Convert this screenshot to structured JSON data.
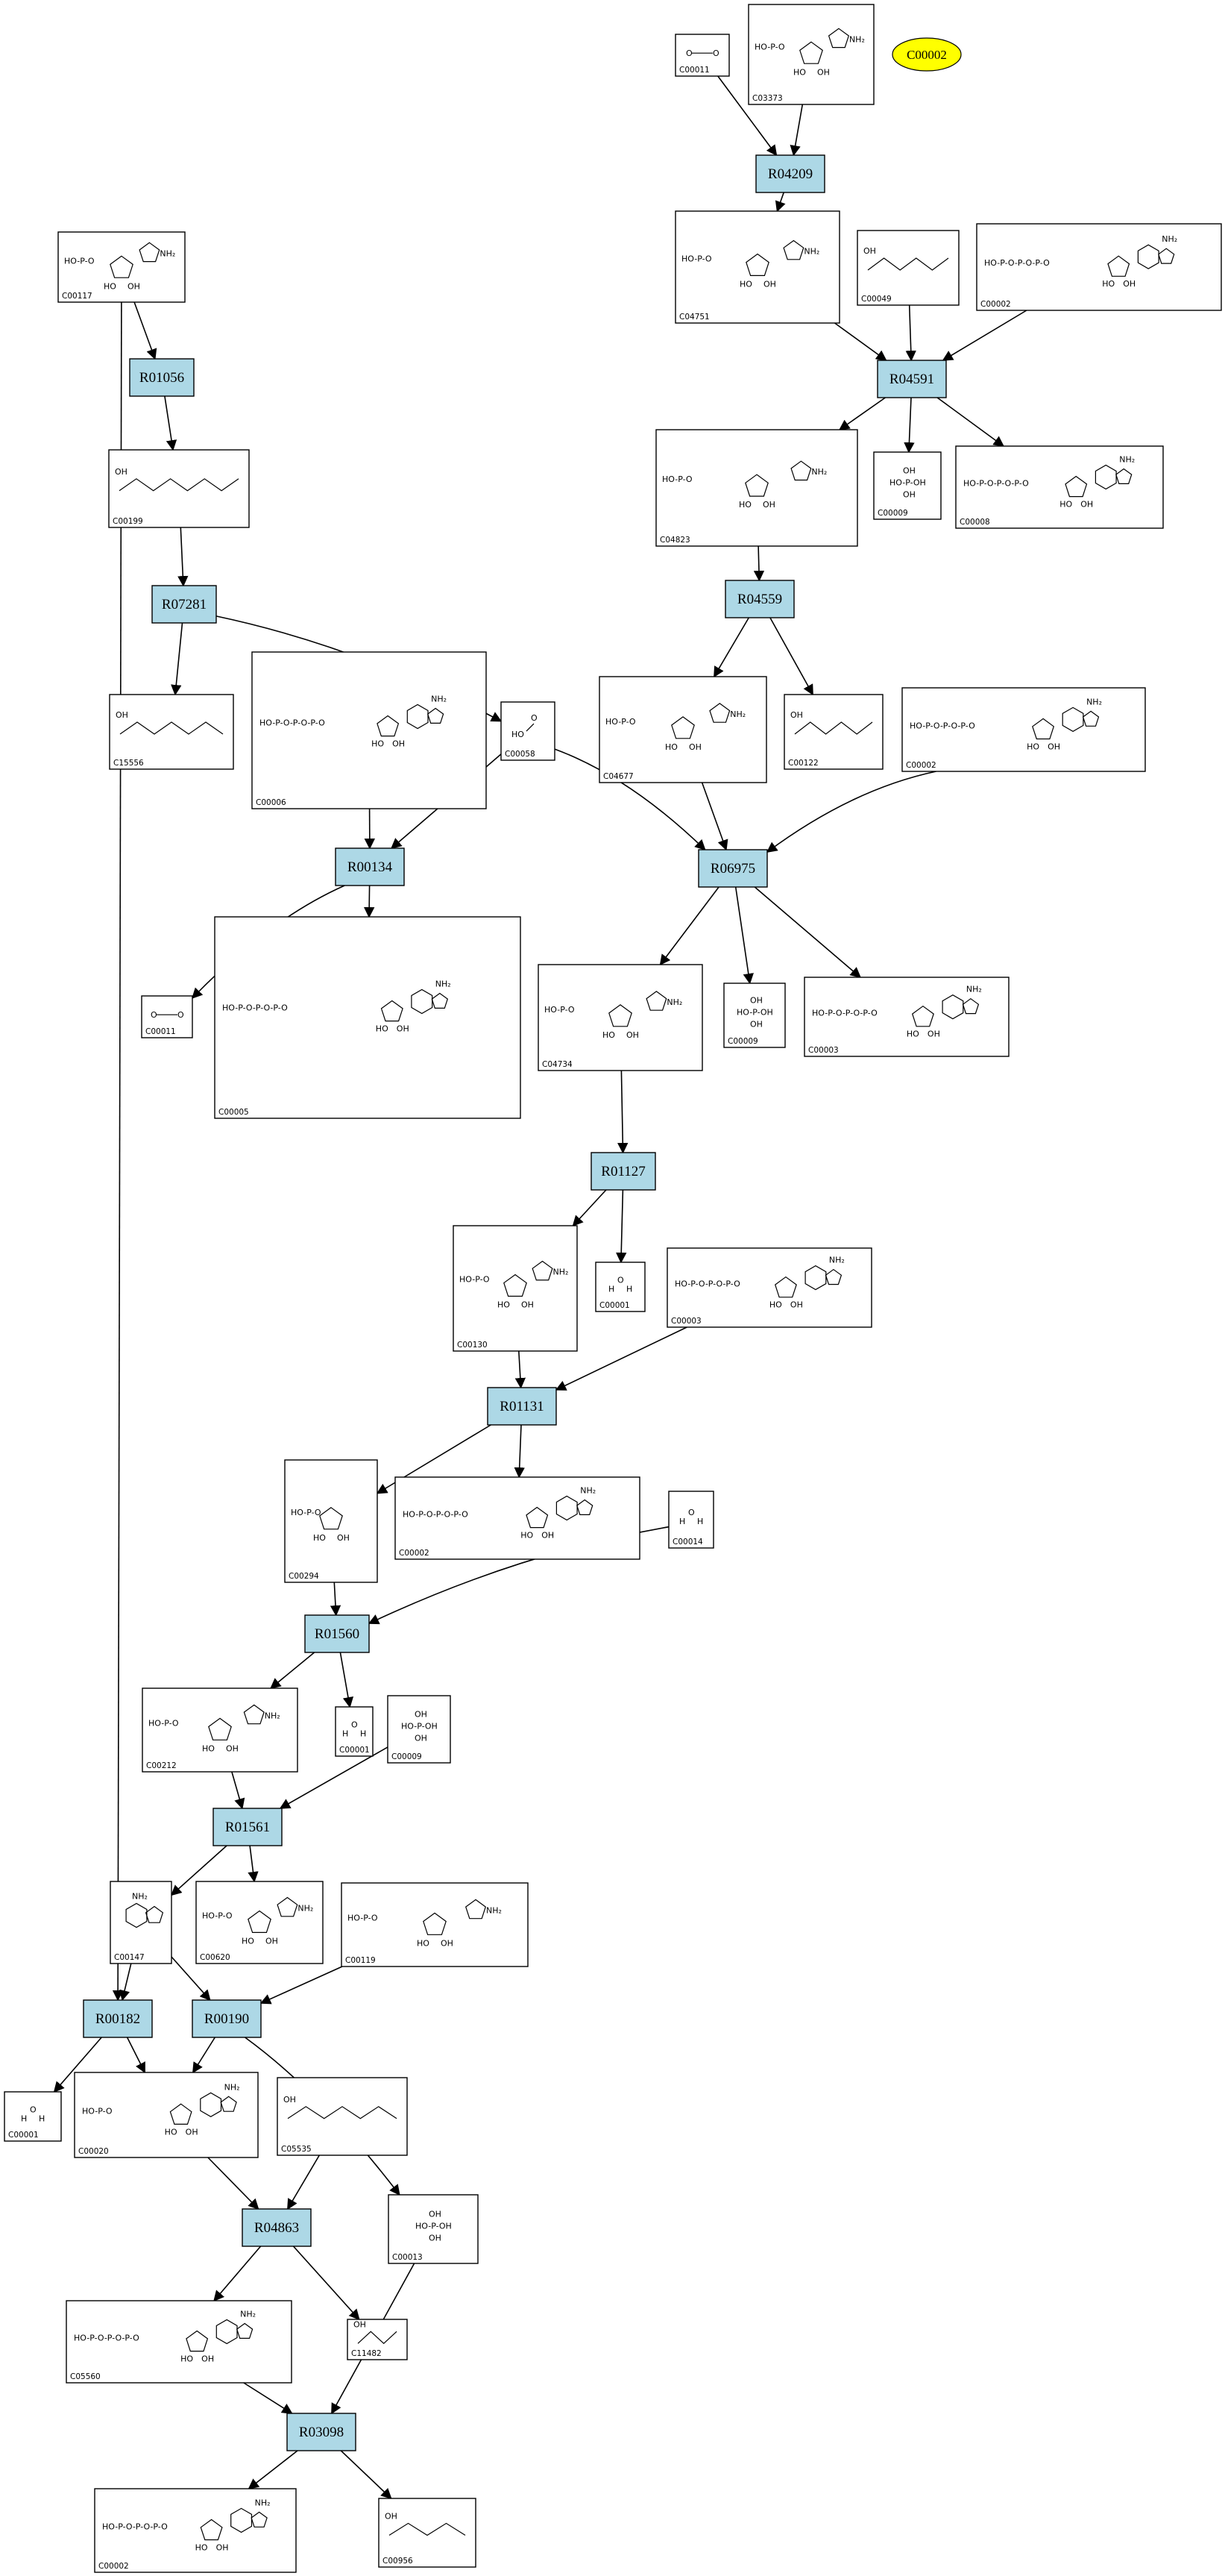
{
  "legend": {
    "label": "C00002",
    "fill": "#ffff00"
  },
  "reaction_fill": "#add8e6",
  "reactions": [
    {
      "id": "R04209"
    },
    {
      "id": "R01056"
    },
    {
      "id": "R04591"
    },
    {
      "id": "R07281"
    },
    {
      "id": "R04559"
    },
    {
      "id": "R00134"
    },
    {
      "id": "R06975"
    },
    {
      "id": "R01127"
    },
    {
      "id": "R01131"
    },
    {
      "id": "R01560"
    },
    {
      "id": "R01561"
    },
    {
      "id": "R00182"
    },
    {
      "id": "R00190"
    },
    {
      "id": "R04863"
    },
    {
      "id": "R03098"
    }
  ],
  "compounds": [
    {
      "id": "C00011",
      "glyph": "co2"
    },
    {
      "id": "C03373",
      "glyph": "ribose"
    },
    {
      "id": "C04751",
      "glyph": "ribose"
    },
    {
      "id": "C00049",
      "glyph": "chain"
    },
    {
      "id": "C00002",
      "glyph": "nucleotide"
    },
    {
      "id": "C00117",
      "glyph": "ribose"
    },
    {
      "id": "C04823",
      "glyph": "ribose"
    },
    {
      "id": "C00009",
      "glyph": "phosphate"
    },
    {
      "id": "C00008",
      "glyph": "nucleotide"
    },
    {
      "id": "C00199",
      "glyph": "chain"
    },
    {
      "id": "C15556",
      "glyph": "chain"
    },
    {
      "id": "C00006",
      "glyph": "nucleotide"
    },
    {
      "id": "C00058",
      "glyph": "formate"
    },
    {
      "id": "C04677",
      "glyph": "ribose"
    },
    {
      "id": "C00122",
      "glyph": "chain"
    },
    {
      "id": "C00002",
      "glyph": "nucleotide"
    },
    {
      "id": "C00011",
      "glyph": "co2"
    },
    {
      "id": "C00005",
      "glyph": "nucleotide"
    },
    {
      "id": "C04734",
      "glyph": "ribose"
    },
    {
      "id": "C00009",
      "glyph": "phosphate"
    },
    {
      "id": "C00003",
      "glyph": "nucleotide"
    },
    {
      "id": "C00130",
      "glyph": "ribose"
    },
    {
      "id": "C00001",
      "glyph": "water"
    },
    {
      "id": "C00003",
      "glyph": "nucleotide"
    },
    {
      "id": "C00294",
      "glyph": "ribose"
    },
    {
      "id": "C00002",
      "glyph": "nucleotide"
    },
    {
      "id": "C00014",
      "glyph": "water"
    },
    {
      "id": "C00212",
      "glyph": "ribose"
    },
    {
      "id": "C00001",
      "glyph": "water"
    },
    {
      "id": "C00009",
      "glyph": "phosphate"
    },
    {
      "id": "C00147",
      "glyph": "base"
    },
    {
      "id": "C00620",
      "glyph": "ribose"
    },
    {
      "id": "C00119",
      "glyph": "ribose"
    },
    {
      "id": "C00001",
      "glyph": "water"
    },
    {
      "id": "C00020",
      "glyph": "nucleotide"
    },
    {
      "id": "C05535",
      "glyph": "chain"
    },
    {
      "id": "C00013",
      "glyph": "phosphate"
    },
    {
      "id": "C05560",
      "glyph": "nucleotide"
    },
    {
      "id": "C11482",
      "glyph": "chain"
    },
    {
      "id": "C00002",
      "glyph": "nucleotide"
    },
    {
      "id": "C00956",
      "glyph": "chain"
    }
  ]
}
